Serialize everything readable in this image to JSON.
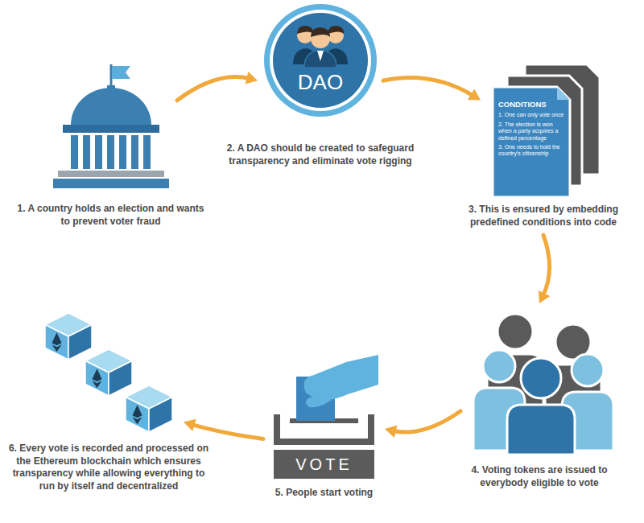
{
  "diagram": {
    "nodes": [
      {
        "text": [
          "1. A country holds an election and wants to prevent voter fraud"
        ]
      },
      {
        "text": [
          "DAO",
          "2. A DAO should be created to safeguard transparency and eliminate vote rigging"
        ]
      },
      {
        "text": [
          "CONDITIONS",
          "1. One can only vote once",
          "2. The election is won when a party acquires a defined percentage",
          "3. One needs to hold the country's citizenship",
          "3. This is ensured by embedding predefined conditions into code"
        ]
      },
      {
        "text": [
          "4. Voting tokens are issued to everybody eligible to vote"
        ]
      },
      {
        "text": [
          "VOTE",
          "5. People start voting"
        ]
      },
      {
        "text": [
          "6. Every vote is recorded and processed on the Ethereum blockchain which ensures transparency while allowing everything to run by itself and decentralized"
        ]
      }
    ],
    "edges": [
      {
        "from": 0,
        "to": 1,
        "arrow": "to"
      },
      {
        "from": 1,
        "to": 2,
        "arrow": "to"
      },
      {
        "from": 2,
        "to": 3,
        "arrow": "to"
      },
      {
        "from": 3,
        "to": 4,
        "arrow": "to"
      },
      {
        "from": 4,
        "to": 5,
        "arrow": "to"
      }
    ]
  }
}
